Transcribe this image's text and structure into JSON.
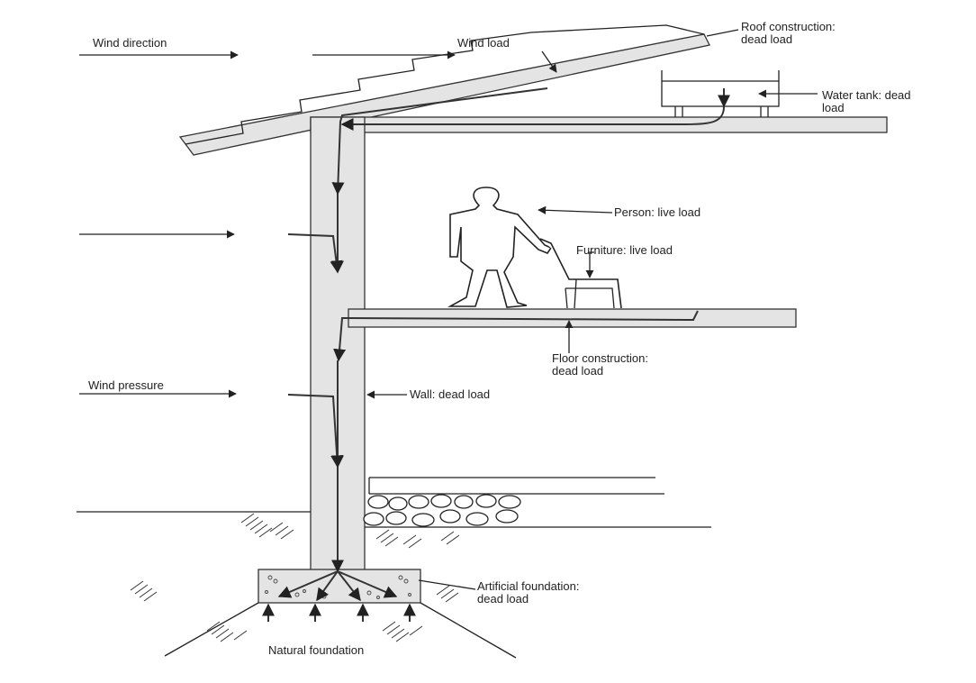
{
  "labels": {
    "wind_direction": "Wind direction",
    "wind_load": "Wind load",
    "roof": [
      "Roof construction:",
      "dead load"
    ],
    "water_tank": [
      "Water tank: dead",
      "load"
    ],
    "person": "Person: live load",
    "furniture": "Furniture: live load",
    "floor": [
      "Floor construction:",
      "dead load"
    ],
    "wind_pressure": "Wind pressure",
    "wall": "Wall: dead load",
    "artificial_foundation": [
      "Artificial foundation:",
      "dead load"
    ],
    "natural_foundation": "Natural foundation"
  },
  "colors": {
    "structure_fill": "#e4e4e4",
    "ink": "#222222"
  }
}
